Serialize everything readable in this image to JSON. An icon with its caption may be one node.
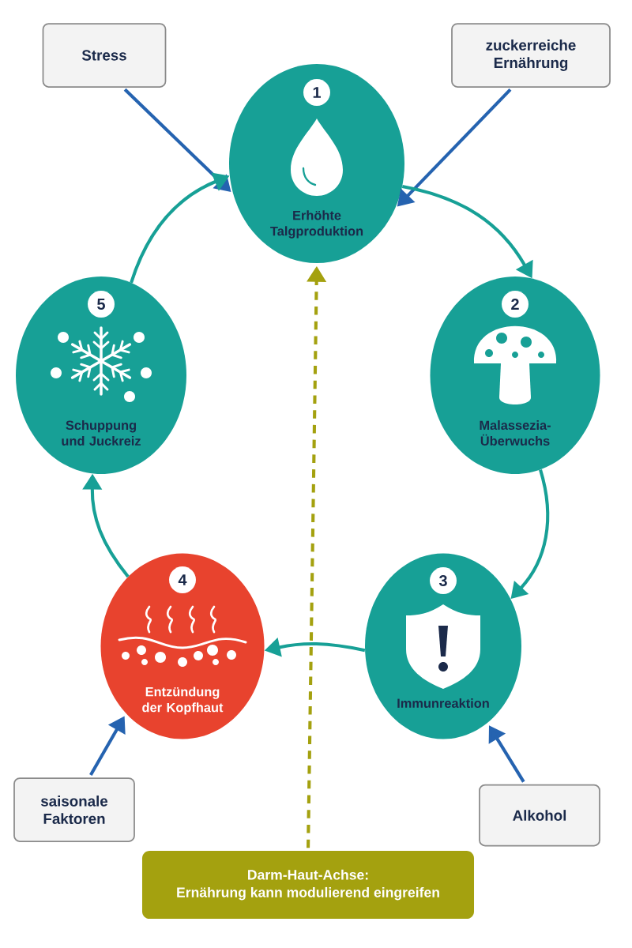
{
  "diagram": {
    "nodes": [
      {
        "text": [
          "Stress"
        ]
      },
      {
        "text": [
          "zuckerreiche Ernährung"
        ]
      },
      {
        "text": [
          "1",
          "Erhöhte Talgproduktion"
        ]
      },
      {
        "text": [
          "2",
          "Malassezia-Überwuchs"
        ]
      },
      {
        "text": [
          "3",
          "Immunreaktion"
        ]
      },
      {
        "text": [
          "4",
          "Entzündung der Kopfhaut"
        ]
      },
      {
        "text": [
          "5",
          "Schuppung und Juckreiz"
        ]
      },
      {
        "text": [
          "saisonale Faktoren"
        ]
      },
      {
        "text": [
          "Alkohol"
        ]
      },
      {
        "text": [
          "Darm-Haut-Achse:",
          "Ernährung kann modulierend eingreifen"
        ]
      }
    ],
    "edges": [
      {
        "from": 0,
        "to": 2,
        "arrow": "to",
        "color": "#2563b0"
      },
      {
        "from": 1,
        "to": 2,
        "arrow": "to",
        "color": "#2563b0"
      },
      {
        "from": 2,
        "to": 3,
        "arrow": "to"
      },
      {
        "from": 3,
        "to": 4,
        "arrow": "to"
      },
      {
        "from": 4,
        "to": 5,
        "arrow": "to"
      },
      {
        "from": 5,
        "to": 6,
        "arrow": "to"
      },
      {
        "from": 6,
        "to": 2,
        "arrow": "to"
      },
      {
        "from": 7,
        "to": 5,
        "arrow": "to",
        "color": "#2563b0"
      },
      {
        "from": 8,
        "to": 4,
        "arrow": "to",
        "color": "#2563b0"
      },
      {
        "from": 9,
        "to": 2,
        "arrow": "to",
        "style": "dashed",
        "color": "#a4a10f"
      }
    ]
  }
}
